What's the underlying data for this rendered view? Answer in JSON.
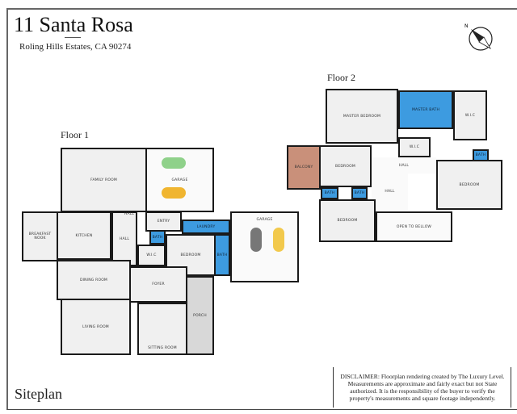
{
  "header": {
    "title": "11 Santa Rosa",
    "address": "Roling Hills Estates, CA 90274"
  },
  "compass": {
    "label": "N",
    "icon": "compass-icon"
  },
  "floor1": {
    "label": "Floor 1",
    "rooms": {
      "family": "Family Room",
      "garage_top": "Garage",
      "breakfast": "Breakfast Nook",
      "kitchen": "Kitchen",
      "hall1": "Hall",
      "entry": "Entry",
      "hall2": "Hall",
      "bath": "Bath",
      "wic": "W.I.C",
      "laundry": "Laundry",
      "bedroom": "Bedroom",
      "bath2": "Bath",
      "garage": "Garage",
      "dining": "Dining Room",
      "foyer": "Foyer",
      "porch": "Porch",
      "living": "Living Room",
      "sitting": "Sitting Room"
    },
    "car_colors": [
      "#8fd18a",
      "#f0b530",
      "#777777",
      "#f2c94c"
    ]
  },
  "floor2": {
    "label": "Floor 2",
    "rooms": {
      "master": "Master Bedroom",
      "master_bath": "Master Bath",
      "wic": "W.I.C",
      "wic2": "W.I.C",
      "balcony": "Balcony",
      "bedroom1": "Bedroom",
      "hall_top": "Hall",
      "hall": "Hall",
      "bath": "Bath",
      "bedroom2": "Bedroom",
      "bath_a": "Bath",
      "bath_b": "Bath",
      "bedroom3": "Bedroom",
      "open": "Open to Bellow"
    }
  },
  "footer": {
    "siteplan": "Siteplan",
    "disclaimer": "DISCLAIMER: Floorplan rendering created by The Luxury Level. Measurements are approximate and fairly exact but not State authorized. It is the responsibility of the buyer to verify the property's measurements and square footage independently."
  }
}
